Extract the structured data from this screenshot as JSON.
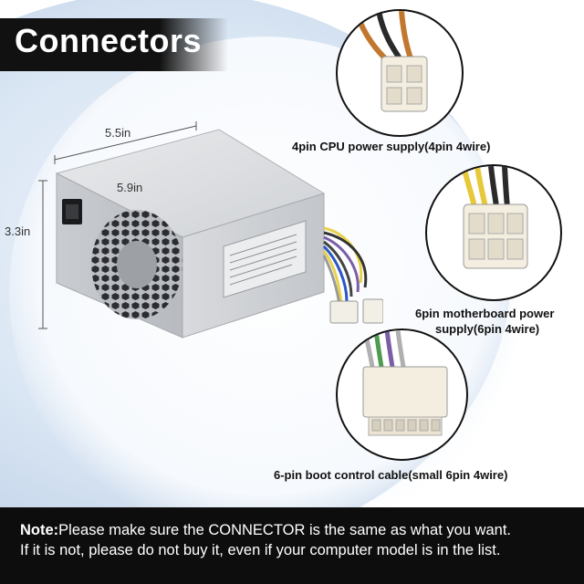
{
  "banner": {
    "title": "Connectors"
  },
  "dimensions": {
    "width": "5.5in",
    "depth": "5.9in",
    "height": "3.3in"
  },
  "connectors": [
    {
      "label": "4pin CPU power supply(4pin 4wire)"
    },
    {
      "label_line1": "6pin motherboard power",
      "label_line2": "supply(6pin 4wire)"
    },
    {
      "label": "6-pin boot control cable(small 6pin 4wire)"
    }
  ],
  "note": {
    "prefix": "Note:",
    "line1": "Please make sure the CONNECTOR is the same as what you want.",
    "line2": "If it is not, please do not buy it, even if your computer model is in the list."
  },
  "colors": {
    "banner": "#111111",
    "note_bar": "#0d0d0d",
    "background": "#dbe7f4"
  }
}
